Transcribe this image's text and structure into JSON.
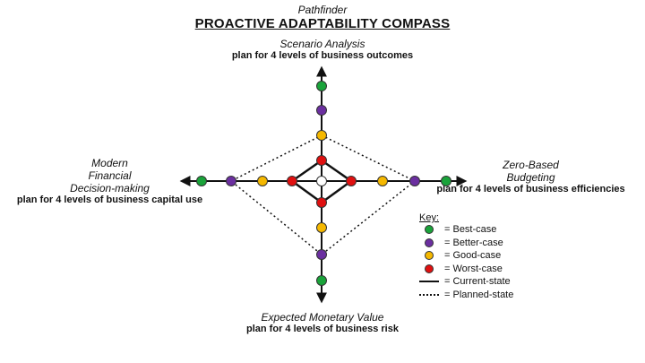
{
  "header": {
    "supertitle": "Pathfinder",
    "title": "PROACTIVE ADAPTABILITY COMPASS"
  },
  "axes": {
    "top": {
      "name": "Scenario Analysis",
      "desc": "plan for 4 levels of business outcomes"
    },
    "bottom": {
      "name": "Expected Monetary Value",
      "desc": "plan for 4 levels of business risk"
    },
    "left": {
      "name_lines": [
        "Modern",
        "Financial",
        "Decision-making"
      ],
      "desc": "plan for 4 levels of business capital use"
    },
    "right": {
      "name_lines": [
        "Zero-Based",
        "Budgeting"
      ],
      "desc": "plan for 4 levels of business efficiencies"
    }
  },
  "levels": [
    "Worst-case",
    "Good-case",
    "Better-case",
    "Best-case"
  ],
  "colors": {
    "best": "#1aa33a",
    "better": "#6b2fa0",
    "good": "#f5b800",
    "worst": "#e01010",
    "center": "#ffffff",
    "line": "#111111"
  },
  "diagram": {
    "current_state_level": "Worst-case",
    "planned_state_level": "Better-case"
  },
  "key": {
    "title": "Key:",
    "items": [
      {
        "type": "dot",
        "color_key": "best",
        "label": "= Best-case"
      },
      {
        "type": "dot",
        "color_key": "better",
        "label": "= Better-case"
      },
      {
        "type": "dot",
        "color_key": "good",
        "label": "= Good-case"
      },
      {
        "type": "dot",
        "color_key": "worst",
        "label": "= Worst-case"
      },
      {
        "type": "solid",
        "label": "= Current-state"
      },
      {
        "type": "dotted",
        "label": "= Planned-state"
      }
    ]
  }
}
